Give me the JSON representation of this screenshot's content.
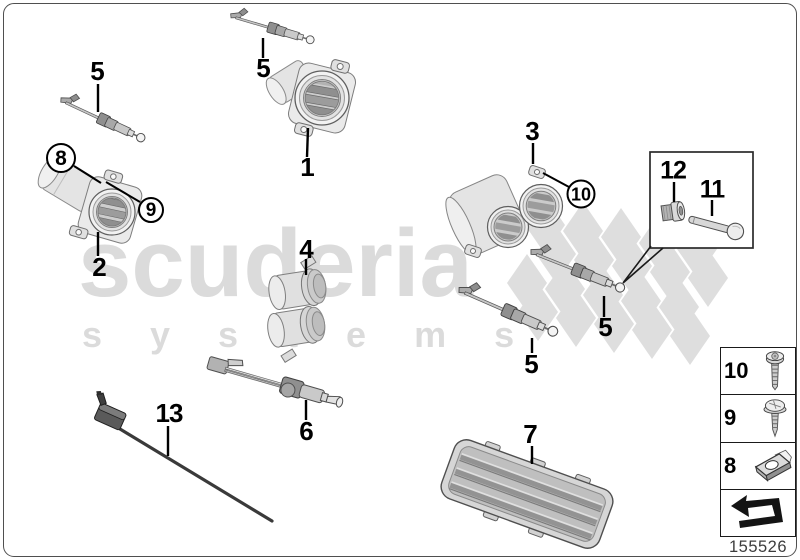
{
  "watermark": {
    "brand": "scuderia",
    "systems": "systems"
  },
  "doc_number": "155526",
  "callouts": {
    "p1": "1",
    "p2": "2",
    "p3": "3",
    "p4": "4",
    "p5_top_left": "5",
    "p5_top_mid": "5",
    "p5_right": "5",
    "p5_center": "5",
    "p6": "6",
    "p7": "7",
    "p11": "11",
    "p12": "12",
    "p13": "13"
  },
  "circle_callouts": {
    "c8": "8",
    "c9": "9",
    "c10": "10"
  },
  "legend": {
    "row1": {
      "label": "10",
      "icon": "torx-screw-icon"
    },
    "row2": {
      "label": "9",
      "icon": "pan-head-screw-icon"
    },
    "row3": {
      "label": "8",
      "icon": "clip-nut-icon"
    },
    "row4": {
      "label": "",
      "icon": "continue-arrow-icon"
    }
  }
}
